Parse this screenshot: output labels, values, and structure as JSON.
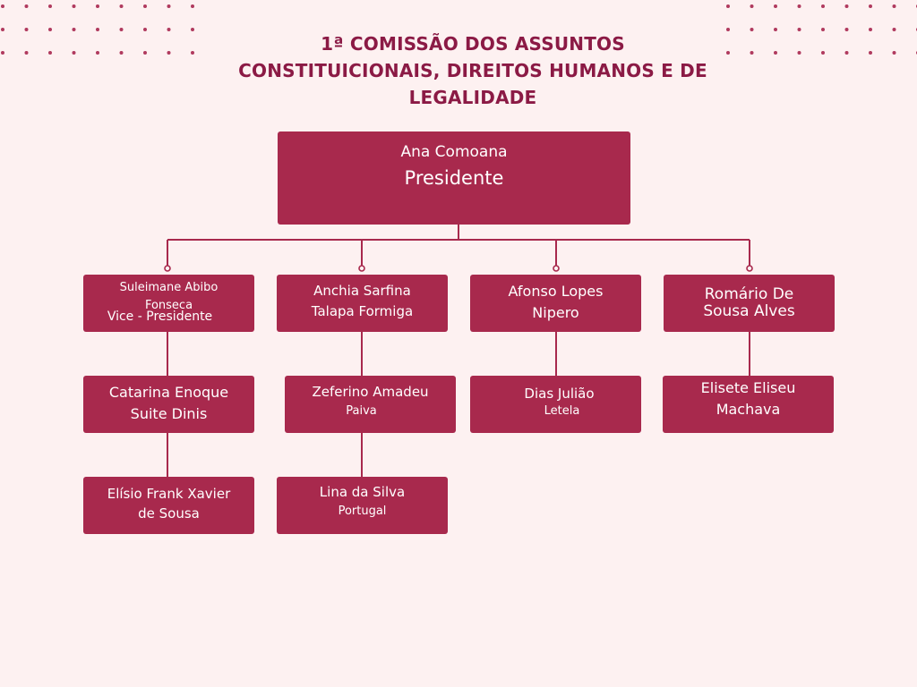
{
  "title": {
    "line1": "1ª COMISSÃO DOS ASSUNTOS",
    "line2": "CONSTITUICIONAIS, DIREITOS HUMANOS E DE",
    "line3": "LEGALIDADE"
  },
  "colors": {
    "accent": "#a8294d",
    "title": "#8b1a45",
    "background": "#fdf1f1",
    "dots": "#b03a5e"
  },
  "president": {
    "name": "Ana Comoana",
    "role": "Presidente"
  },
  "col1": {
    "top": {
      "name_line1": "Suleimane Abibo",
      "name_line2": "Fonseca",
      "role": "Vice - Presidente"
    },
    "mid": {
      "line1": "Catarina Enoque",
      "line2": "Suite Dinis"
    },
    "bottom": {
      "line1": "Elísio Frank Xavier",
      "line2": "de Sousa"
    }
  },
  "col2": {
    "top": {
      "line1": "Anchia Sarfina",
      "line2": "Talapa Formiga"
    },
    "mid": {
      "line1": "Zeferino Amadeu",
      "line2": "Paiva"
    },
    "bottom": {
      "line1": "Lina da Silva",
      "line2": "Portugal"
    }
  },
  "col3": {
    "top": {
      "line1": "Afonso Lopes",
      "line2": "Nipero"
    },
    "mid": {
      "line1": "Dias Julião",
      "line2": "Letela"
    }
  },
  "col4": {
    "top": {
      "line1": "Romário De",
      "line2": "Sousa Alves"
    },
    "mid": {
      "line1": "Elisete Eliseu",
      "line2": "Machava"
    }
  }
}
